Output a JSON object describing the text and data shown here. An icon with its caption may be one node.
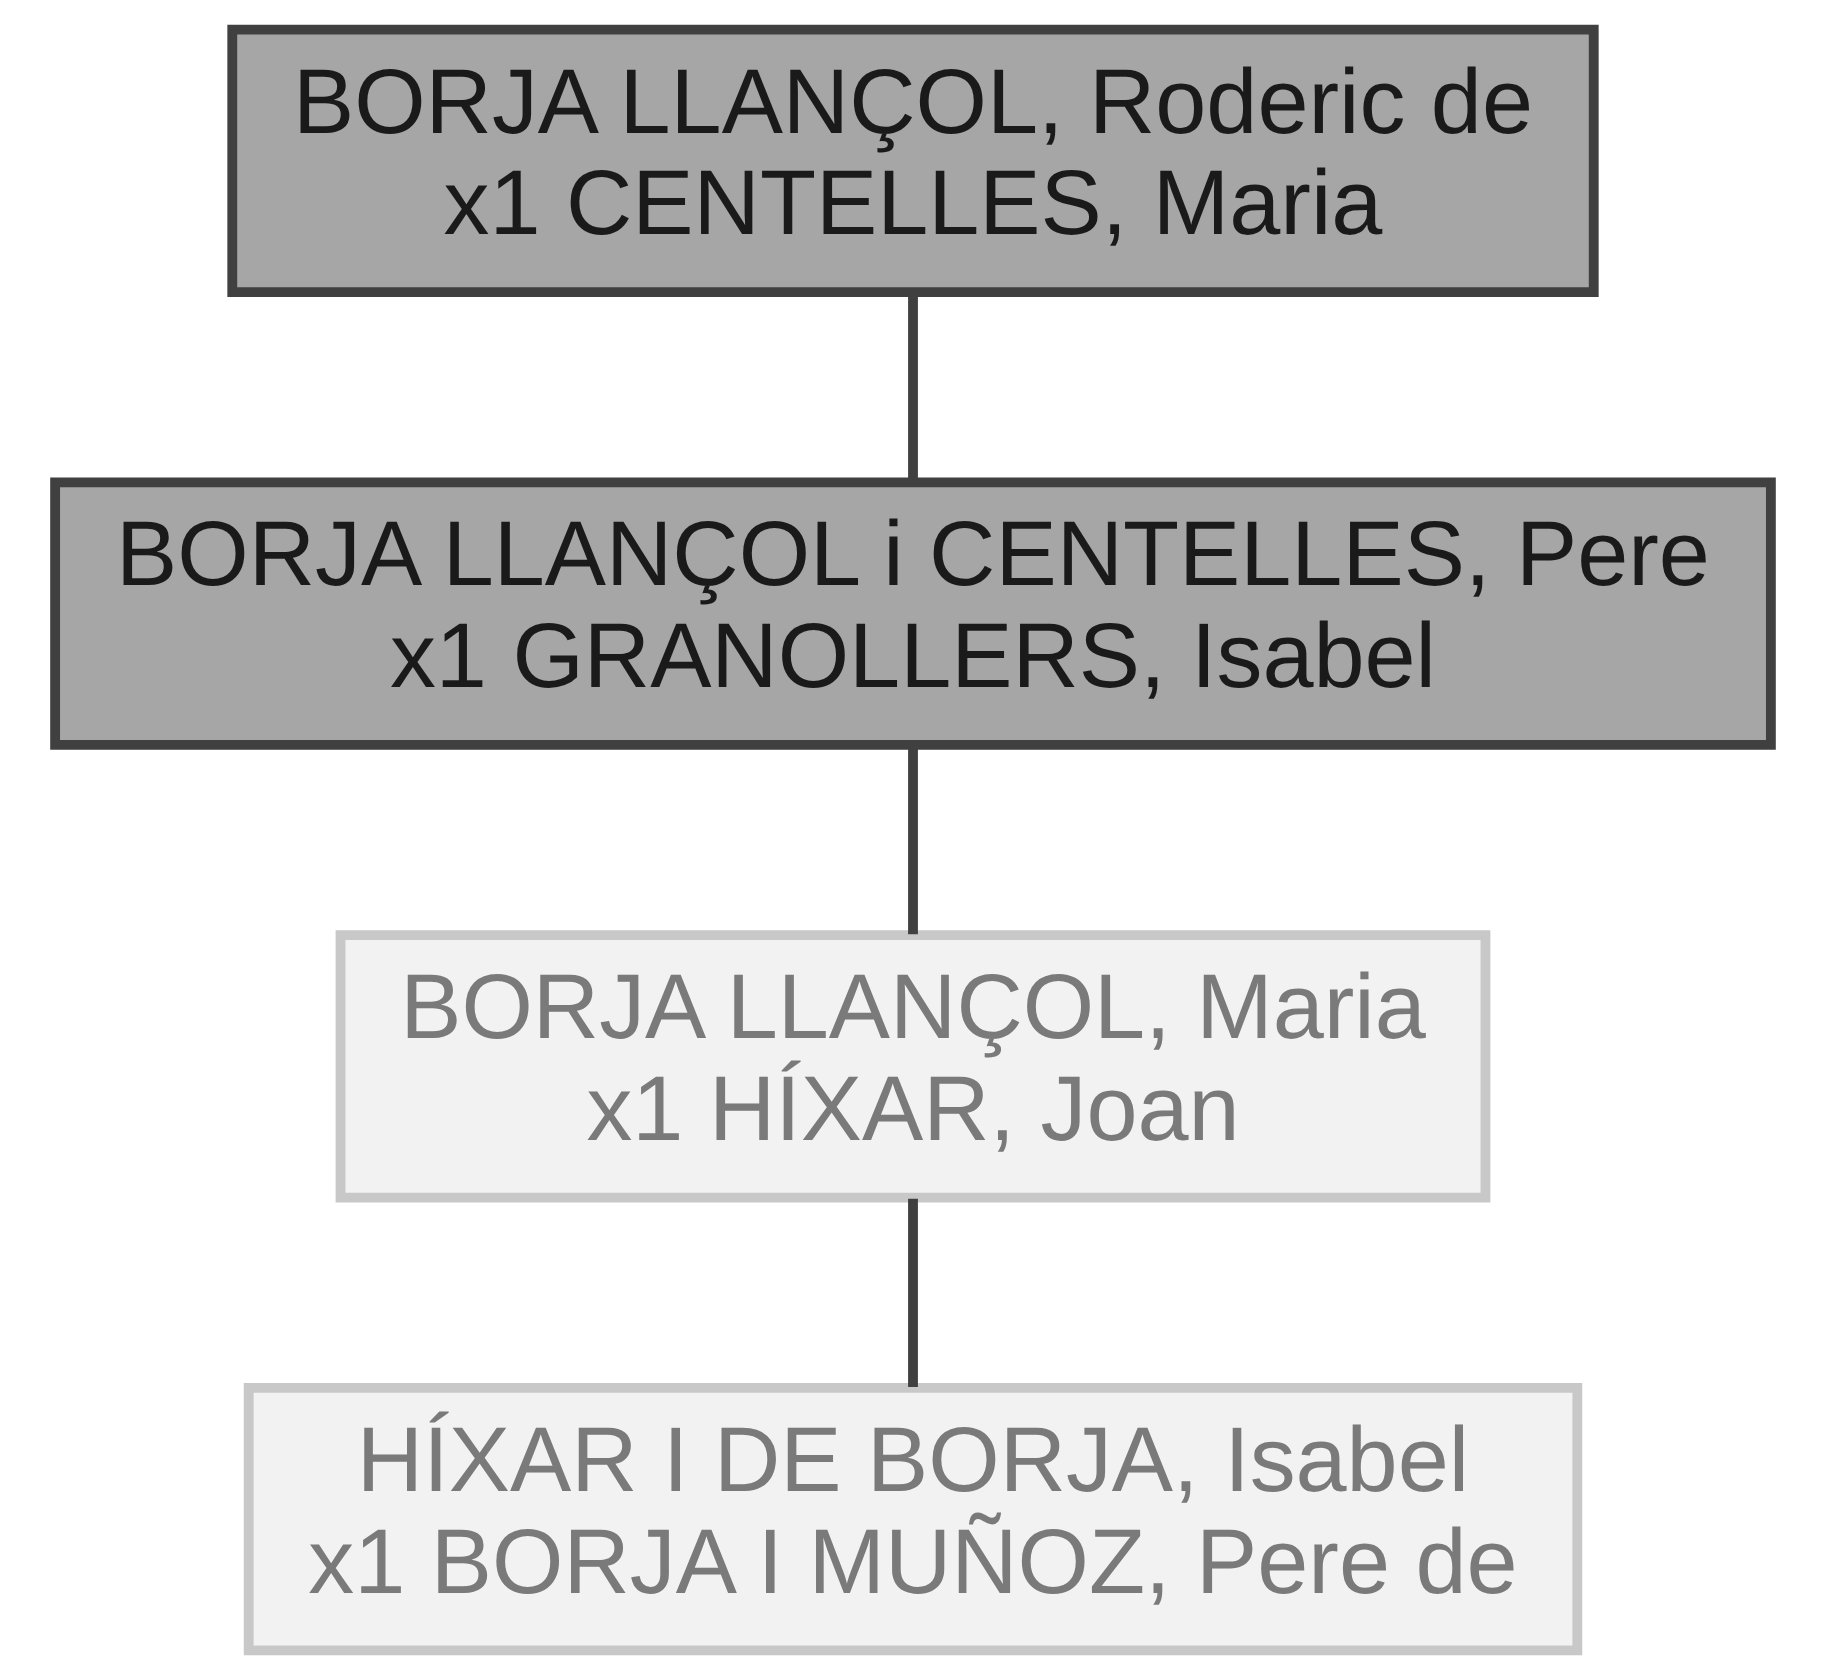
{
  "diagram": {
    "nodes": [
      {
        "text": [
          "BORJA LLANÇOL, Roderic de",
          "x1 CENTELLES, Maria"
        ]
      },
      {
        "text": [
          "BORJA LLANÇOL i CENTELLES, Pere",
          "x1 GRANOLLERS, Isabel"
        ]
      },
      {
        "text": [
          "BORJA LLANÇOL, Maria",
          "x1 HÍXAR, Joan"
        ]
      },
      {
        "text": [
          "HÍXAR I DE BORJA, Isabel",
          "x1 BORJA I MUÑOZ, Pere de"
        ]
      }
    ],
    "edges": [
      {
        "from": 0,
        "to": 1,
        "arrow": "none"
      },
      {
        "from": 1,
        "to": 2,
        "arrow": "none"
      },
      {
        "from": 2,
        "to": 3,
        "arrow": "none"
      }
    ]
  }
}
